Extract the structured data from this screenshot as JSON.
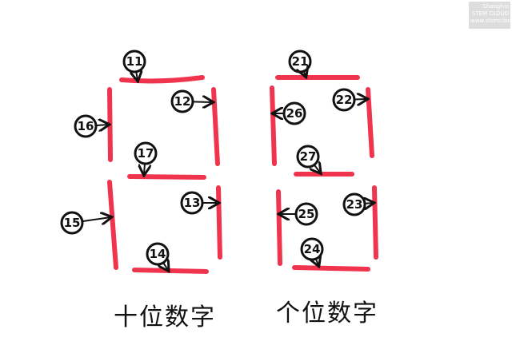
{
  "logo": {
    "text": "Shanghai STEM CLOUD www.stemcloud.cn"
  },
  "tens": {
    "caption": "十位数字",
    "labels": {
      "top": "11",
      "upper_right": "12",
      "lower_right": "13",
      "bottom": "14",
      "lower_left": "15",
      "upper_left": "16",
      "middle": "17"
    }
  },
  "ones": {
    "caption": "个位数字",
    "labels": {
      "top": "21",
      "upper_right": "22",
      "lower_right": "23",
      "bottom": "24",
      "lower_left": "25",
      "upper_left": "26",
      "middle": "27"
    }
  },
  "colors": {
    "segment": "#f0344e",
    "ink": "#111111"
  }
}
